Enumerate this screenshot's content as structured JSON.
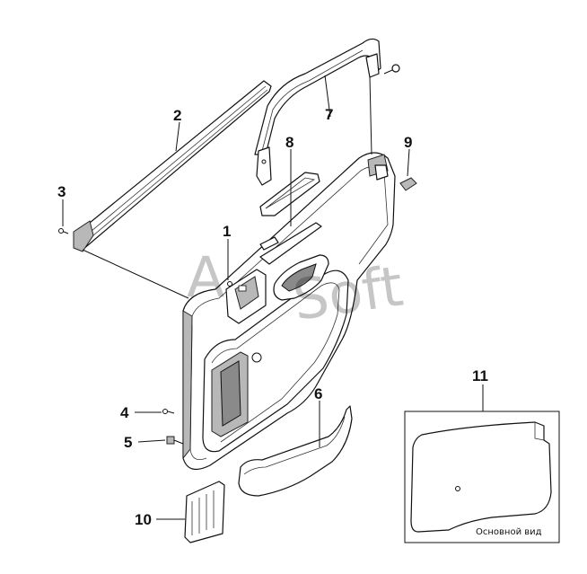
{
  "callouts": [
    "1",
    "2",
    "3",
    "4",
    "5",
    "6",
    "7",
    "8",
    "9",
    "10",
    "11"
  ],
  "inset": {
    "caption": "Основной вид"
  },
  "watermark": {
    "text_a": "A",
    "text_soft": "Soft"
  }
}
